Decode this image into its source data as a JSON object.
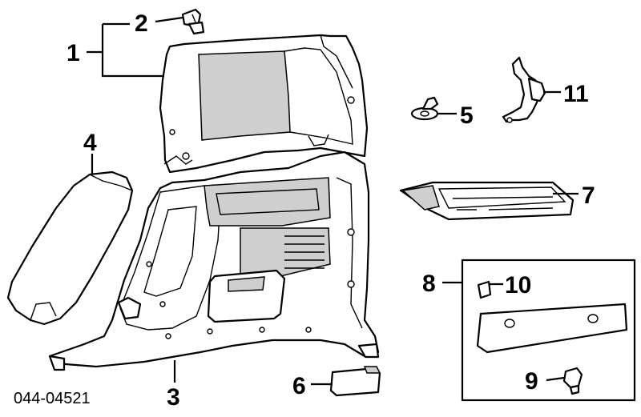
{
  "diagram_code": "044-04521",
  "callouts": {
    "c1": "1",
    "c2": "2",
    "c3": "3",
    "c4": "4",
    "c5": "5",
    "c6": "6",
    "c7": "7",
    "c8": "8",
    "c9": "9",
    "c10": "10",
    "c11": "11"
  },
  "colors": {
    "ink": "#000000",
    "paper": "#ffffff",
    "shade": "#cfcfcf"
  }
}
